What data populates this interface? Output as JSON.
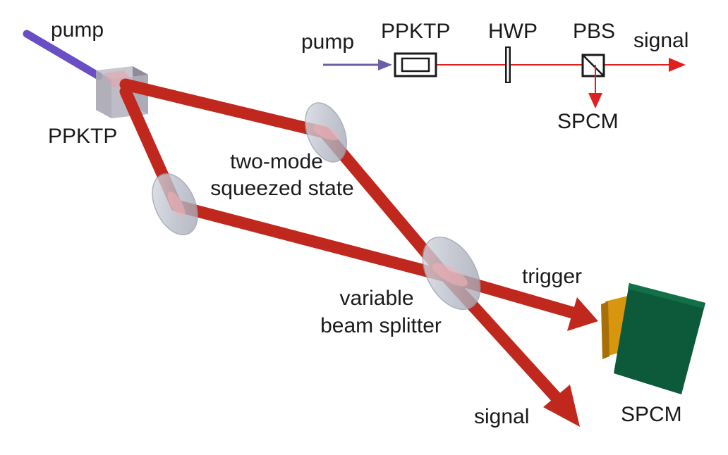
{
  "main": {
    "pump": "pump",
    "crystal": "PPKTP",
    "tmss_line1": "two-mode",
    "tmss_line2": "squeezed state",
    "bs_line1": "variable",
    "bs_line2": "beam splitter",
    "trigger": "trigger",
    "signal": "signal",
    "detector": "SPCM"
  },
  "inset": {
    "pump": "pump",
    "crystal": "PPKTP",
    "hwp": "HWP",
    "pbs": "PBS",
    "signal": "signal",
    "detector": "SPCM"
  },
  "colors": {
    "pump_beam": "#6a4fc4",
    "beam": "#c0281e",
    "inset_pump": "#6a60a8",
    "inset_beam": "#e02020",
    "optic": "#b8bcc8",
    "detector_body": "#0d5a3a",
    "detector_window": "#d8960e"
  }
}
